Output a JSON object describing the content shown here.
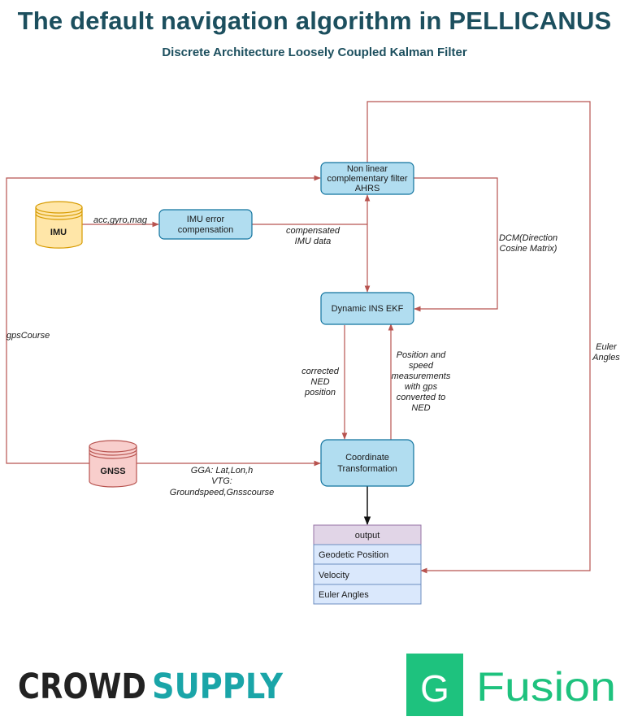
{
  "header": {
    "title": "The default navigation algorithm in PELLICANUS",
    "subtitle": "Discrete Architecture Loosely Coupled Kalman Filter"
  },
  "nodes": {
    "ahrs": {
      "line1": "Non linear",
      "line2": "complementary filter",
      "line3": "AHRS"
    },
    "imu": {
      "label": "IMU"
    },
    "imu_comp": {
      "line1": "IMU error",
      "line2": "compensation"
    },
    "ekf": {
      "label": "Dynamic INS EKF"
    },
    "gnss": {
      "label": "GNSS"
    },
    "coord": {
      "line1": "Coordinate",
      "line2": "Transformation"
    }
  },
  "edges": {
    "acc_gyro_mag": "acc,gyro,mag",
    "compensated": {
      "line1": "compensated",
      "line2": "IMU data"
    },
    "dcm": {
      "line1": "DCM(Direction",
      "line2": "Cosine Matrix)"
    },
    "gps_course": "gpsCourse",
    "euler": {
      "line1": "Euler",
      "line2": "Angles"
    },
    "corrected": {
      "line1": "corrected",
      "line2": "NED",
      "line3": "position"
    },
    "pos_speed": {
      "line1": "Position and",
      "line2": "speed",
      "line3": "measurements",
      "line4": "with gps",
      "line5": "converted to",
      "line6": "NED"
    },
    "gga": {
      "line1": "GGA: Lat,Lon,h",
      "line2": "VTG:",
      "line3": "Groundspeed,Gnsscourse"
    }
  },
  "output_table": {
    "header": "output",
    "rows": [
      "Geodetic Position",
      "Velocity",
      "Euler Angles"
    ]
  },
  "logos": {
    "crowd_supply": {
      "part1": "CROWD",
      "part2": "SUPPLY"
    },
    "gfusion": {
      "letter": "G",
      "word": "Fusion"
    }
  },
  "colors": {
    "title": "#1c4f5e",
    "arrow": "#b85450",
    "box_fill": "#b1ddf0",
    "box_stroke": "#10739e",
    "imu_fill": "#ffe6a8",
    "imu_stroke": "#d79b00",
    "gnss_fill": "#f8cecc",
    "gnss_stroke": "#b85450",
    "output_header": "#e1d5e7",
    "output_row": "#dae8fc",
    "crowd_dark": "#222222",
    "crowd_teal": "#1aa5a8",
    "fusion_green": "#1ec27e"
  }
}
